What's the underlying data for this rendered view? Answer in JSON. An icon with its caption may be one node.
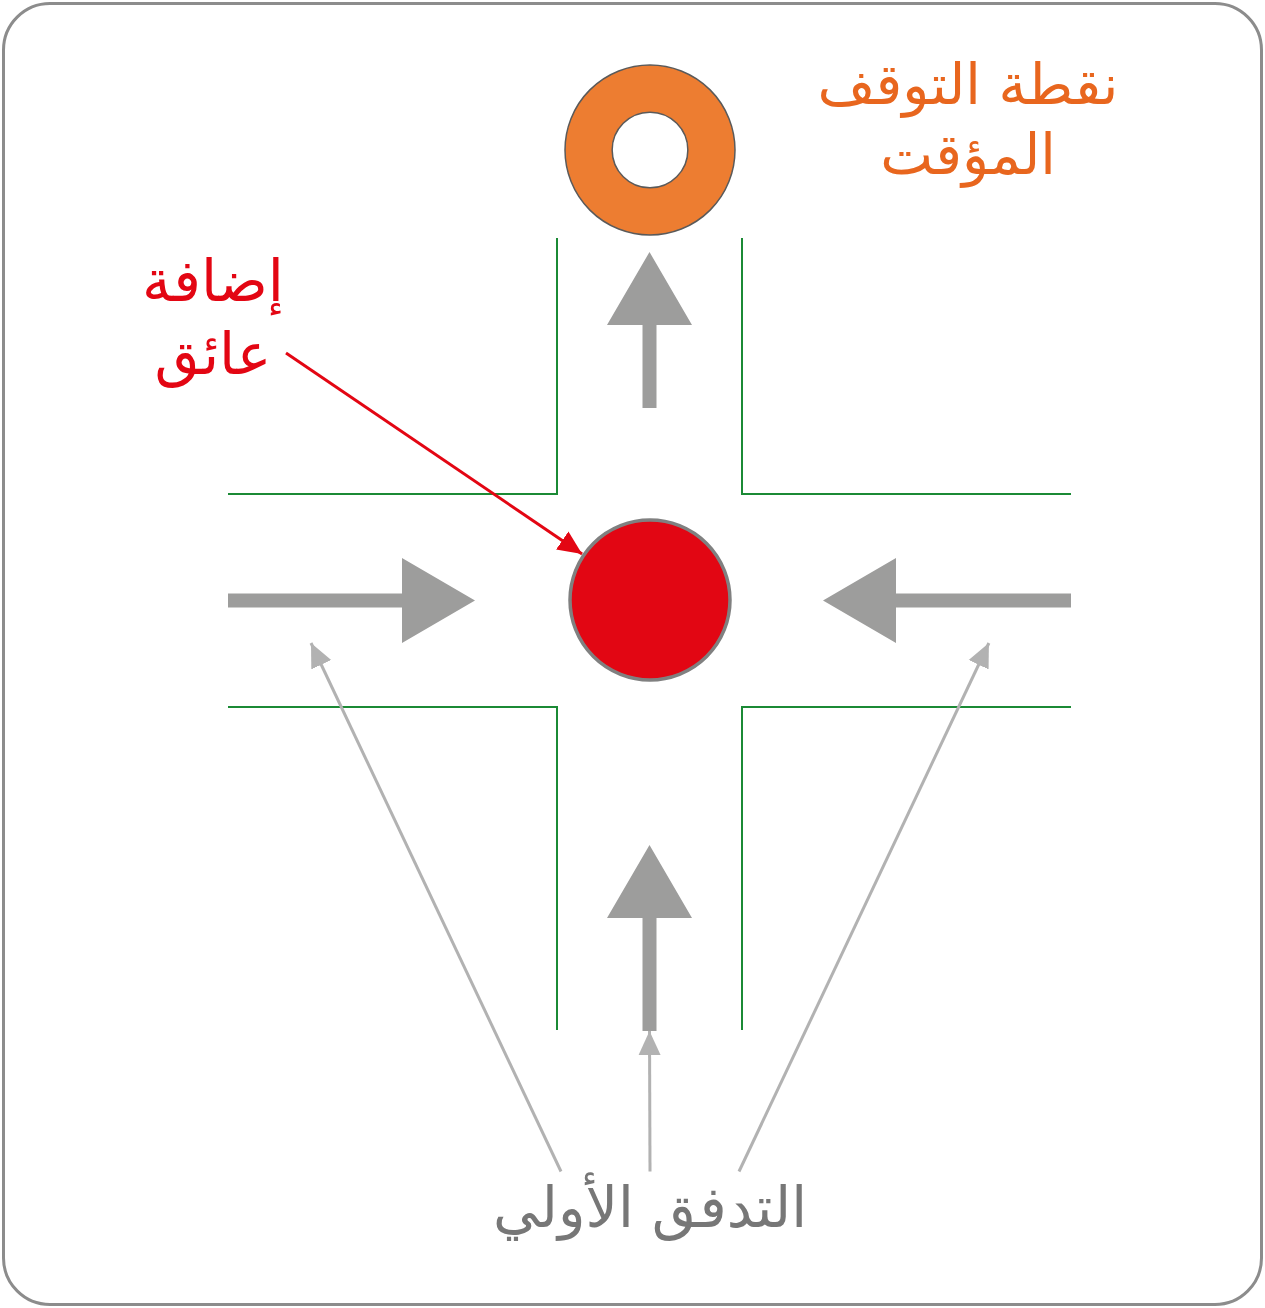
{
  "diagram": {
    "nodes": [
      {
        "text": [],
        "shape": "ring",
        "beside": [
          "نقطة التوقف المؤقت"
        ]
      },
      {
        "text": [
          "إضافة عائق"
        ]
      },
      {
        "text": [],
        "shape": "arrow"
      },
      {
        "text": [],
        "shape": "arrow"
      },
      {
        "text": [],
        "shape": "circle"
      },
      {
        "text": [],
        "shape": "arrow"
      },
      {
        "text": [],
        "shape": "arrow"
      },
      {
        "text": [
          "التدفق الأولي"
        ]
      }
    ],
    "edges": [
      {
        "from": 1,
        "to": 4,
        "arrow": "to",
        "color": "#e30613"
      },
      {
        "from": 7,
        "to": 3,
        "arrow": "to"
      },
      {
        "from": 7,
        "to": 6,
        "arrow": "to"
      },
      {
        "from": 7,
        "to": 5,
        "arrow": "to"
      }
    ]
  }
}
